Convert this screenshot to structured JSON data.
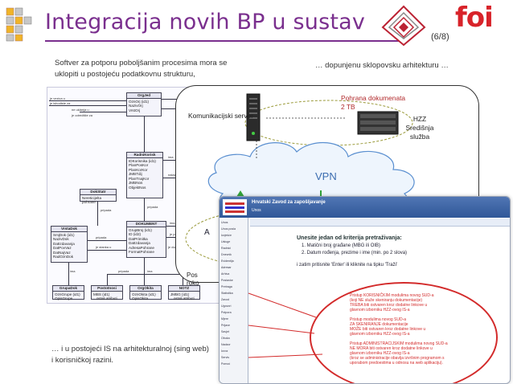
{
  "header": {
    "title": "Integracija novih BP u sustav",
    "page_indicator": "(6/8)",
    "brand_logo_text": "foi"
  },
  "intro": {
    "left": "Softver za potporu poboljšanim procesima mora se uklopiti u postojeću podatkovnu strukturu,",
    "right": "… dopunjenu sklopovsku arhitekturu …"
  },
  "bottom": {
    "text": "… i u postojeći IS na arhitekturalnoj (sing web) i korisničkoj razini."
  },
  "network": {
    "communication_server": "Komunikacijski server",
    "storage_line1": "Pohrana dokumenata",
    "storage_line2": "2 TB",
    "hq_line1": "HZZ",
    "hq_line2": "Središnja",
    "hq_line3": "služba",
    "vpn": "VPN",
    "partial_a": "A",
    "partial_pos_line1": "Pos",
    "partial_pos_line2": "roko"
  },
  "er_diagram": {
    "entities": [
      {
        "name": "OrgJed",
        "fields": [
          "OznOrj (id1)",
          "NazivOrj",
          "VrstOrj"
        ]
      },
      {
        "name": "RadniKorisk",
        "fields": [
          "IDKorisnika (id1)",
          "PlanPosKor",
          "PlanKorKor",
          "JMBTdij",
          "PlanTnajKor",
          "JMBNos",
          "ObjektNos"
        ]
      },
      {
        "name": "DokStatr",
        "fields": [
          "Nereticijelta pohrane"
        ]
      },
      {
        "name": "DOKUMENT",
        "fields": [
          "GrupBroj (id1)",
          "ID (id2)",
          "DatPrimitka",
          "DatIzdavanja",
          "AdresaPohrane",
          "FormatPohrane"
        ]
      },
      {
        "name": "VrstaDok",
        "fields": [
          "SmjDok (id1)",
          "NazivDok",
          "DatIzdavanja",
          "DatPovVaz",
          "DatNajVaz",
          "RadOznDok"
        ]
      },
      {
        "name": "GrupaDok",
        "fields": [
          "OznGrupe (id1)",
          "OpisGrupe"
        ]
      },
      {
        "name": "Postotnosi",
        "fields": [
          "MBS (id1)",
          "...ostali atributi"
        ]
      },
      {
        "name": "OrgOkita",
        "fields": [
          "OznOkita (id1)",
          "OpisOkita"
        ]
      },
      {
        "name": "NOTZ",
        "fields": [
          "JMBG (id1)",
          "...ostali atributi"
        ]
      }
    ],
    "relations": [
      "ima",
      "ima",
      "je vezica u",
      "je ishodiste za",
      "ne uklanja u",
      "je odredište za",
      "ima",
      "nalazi",
      "pripada",
      "pripada",
      "je stanka u",
      "pripada",
      "ima",
      "ima",
      "je poslao",
      "ima",
      "pripada",
      "ima",
      "je dopo"
    ]
  },
  "screenshot": {
    "app_title": "Hrvatski Zavod za zapošljavanje",
    "app_subtitle": "Unos",
    "section_title": "Unesite jedan od kriterija pretraživanja:",
    "steps": [
      "1. Matični broj građane (MBG ili OIB)",
      "2. Datum rođenja, prezime i ime (min. po 2 slova)"
    ],
    "hint": "i zatim pritisnite 'Enter' ili kliknite na tipku 'Traži'",
    "sidebar": [
      "Unos",
      "Unos posla",
      "Izvješće",
      "Usluge",
      "Radnici",
      "Dnevnik",
      "Evidentija",
      "Adresar",
      "Arhiva",
      "Postavke",
      "Pretraga",
      "Statistika",
      "Zavod",
      "Ugovori",
      "Potpora",
      "Mjere",
      "Prijave",
      "Savjet",
      "Obuka",
      "Nadzor",
      "Izvoz",
      "Servis",
      "Pomoć"
    ],
    "callout_lines": [
      "Pristup KORISNIČKIM modulima novog SUD-a",
      "(koji NE služe skeniranju dokumentacije)",
      "TREBA biti ostvaren kroz dodatne linkove u",
      "glavnom izborniku HZZ-ovog IS-a",
      "",
      "Pristup modulima novog SUD-a",
      "ZA SKENIRANJE dokumentacije",
      "MOŽE biti ostvaren kroz dodatne linkove u",
      "glavnom izborniku HZZ-ovog IS-a",
      "",
      "Pristup ADMINISTRACIJSKIM modulima novog SUD-a",
      "NE MORA biti ostvaren kroz dodatne linkove u",
      "glavnom izborniku HZZ-ovog IS-a",
      "(kroz se administracije obavlja izvršnim programom s",
      "uporabom predoestima u odnosu na web aplikaciju)."
    ],
    "colors": {
      "header": "#2f5798",
      "callout": "#d32b2b"
    }
  },
  "colors": {
    "title": "#7a2f8e",
    "brand_red": "#d8232a",
    "vpn": "#3b6db0"
  }
}
